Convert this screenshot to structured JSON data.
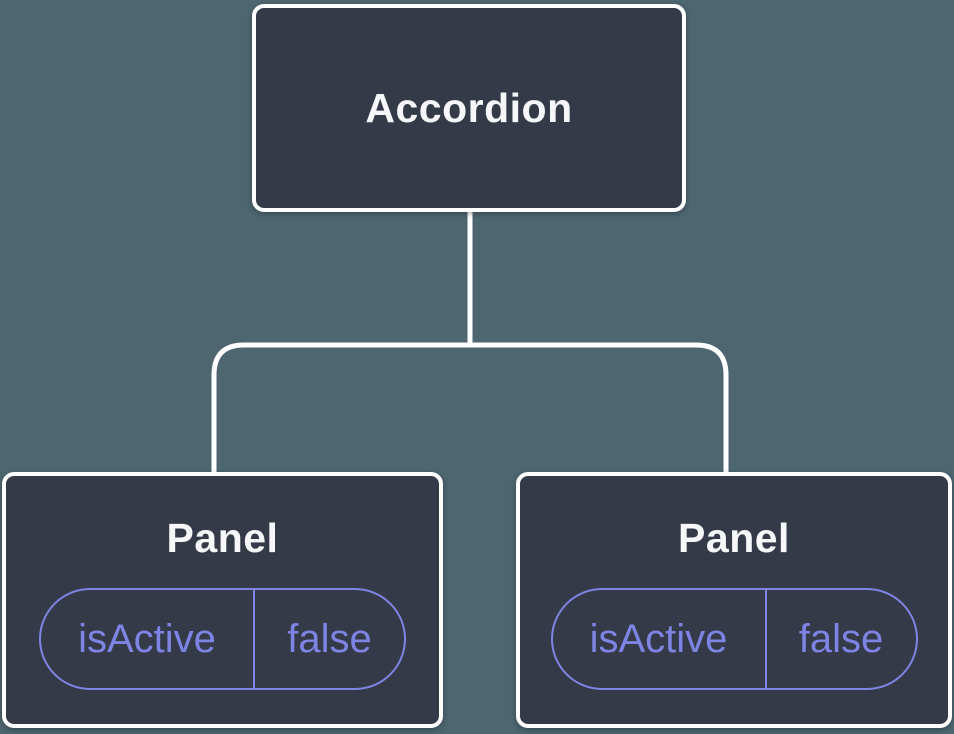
{
  "colors": {
    "background": "#4d6670",
    "node_fill": "#343a47",
    "node_border": "#ffffff",
    "accent": "#7e84e4",
    "label_text": "#f6f7f9"
  },
  "tree": {
    "root": {
      "label": "Accordion"
    },
    "children": [
      {
        "label": "Panel",
        "state_key": "isActive",
        "state_value": "false"
      },
      {
        "label": "Panel",
        "state_key": "isActive",
        "state_value": "false"
      }
    ]
  }
}
